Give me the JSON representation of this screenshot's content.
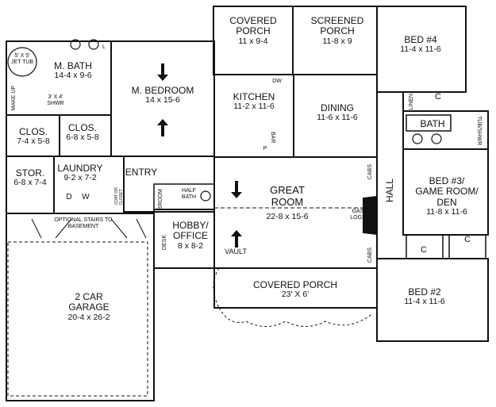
{
  "rooms": {
    "covered_porch_top": {
      "name": "COVERED\nPORCH",
      "dim": "11 x 9-4"
    },
    "screened_porch": {
      "name": "SCREENED\nPORCH",
      "dim": "11-8 x 9"
    },
    "bed4": {
      "name": "BED #4",
      "dim": "11-4 x 11-6"
    },
    "m_bath": {
      "name": "M. BATH",
      "dim": "14-4 x 9-6"
    },
    "m_bedroom": {
      "name": "M. BEDROOM",
      "dim": "14 x 15-6"
    },
    "kitchen": {
      "name": "KITCHEN",
      "dim": "11-2 x 11-6"
    },
    "dining": {
      "name": "DINING",
      "dim": "11-6 x 11-6"
    },
    "clos1": {
      "name": "CLOS.",
      "dim": "7-4 x 5-8"
    },
    "clos2": {
      "name": "CLOS.",
      "dim": "6-8 x 5-8"
    },
    "bath": {
      "name": "BATH"
    },
    "stor": {
      "name": "STOR.",
      "dim": "6-8 x 7-4"
    },
    "laundry": {
      "name": "LAUNDRY",
      "dim": "9-2 x 7-2"
    },
    "entry": {
      "name": "ENTRY"
    },
    "half_bath": {
      "name": "HALF\nBATH"
    },
    "great_room": {
      "name": "GREAT\nROOM",
      "dim": "22-8 x 15-6"
    },
    "hall": {
      "name": "HALL"
    },
    "bed3": {
      "name": "BED #3/\nGAME ROOM/\nDEN",
      "dim": "11-8 x 11-6"
    },
    "hobby": {
      "name": "HOBBY/\nOFFICE",
      "dim": "8 x 8-2"
    },
    "garage": {
      "name": "2 CAR\nGARAGE",
      "dim": "20-4 x 26-2"
    },
    "covered_porch_front": {
      "name": "COVERED PORCH",
      "dim": "23' X 6'"
    },
    "bed2": {
      "name": "BED #2",
      "dim": "11-4 x 11-6"
    }
  },
  "notes": {
    "jet_tub": "5' X 5'\nJET TUB",
    "shower": "3' X 4'\nSHWR",
    "make_up": "MAKE UP",
    "linen": "LINEN",
    "tub_shwr": "TUB/SHWR",
    "gas_logs": "GAS\nLOGS",
    "cabs": "CABS",
    "broom": "BROOM",
    "desk": "DESK",
    "vault": "VAULT",
    "dw": "DW",
    "bar": "BAR",
    "p": "P",
    "l": "L",
    "d": "D",
    "w": "W",
    "coat_closet": "COAT OR\nCLOSET",
    "optional_stairs": "OPTIONAL STAIRS TO\nBASEMENT",
    "closet_c": "C"
  }
}
